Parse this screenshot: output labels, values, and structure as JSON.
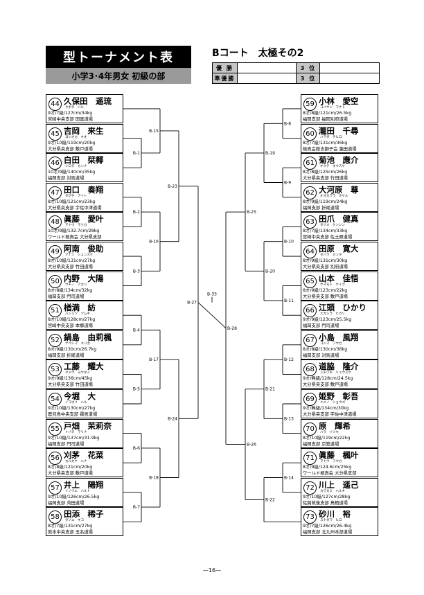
{
  "title": "型トーナメント表",
  "subtitle": "小学3･4年男女 初級の部",
  "court": "Bコート　太極その2",
  "results": {
    "winner_label": "優 勝",
    "runner_label": "準優勝",
    "third_label": "3 位",
    "third_label_2": "3 位"
  },
  "left_entries": [
    {
      "num": "44",
      "name": "久保田　遥琉",
      "kana": "クボタ　ハル",
      "info": "9才/7級/127cm/34kg",
      "club": "宮崎中央支部 国富道場"
    },
    {
      "num": "45",
      "name": "吉岡　来生",
      "kana": "ヨシオカ　キオ",
      "info": "9才/10級/119cm/20kg",
      "club": "大分県央支部 敷戸道場"
    },
    {
      "num": "46",
      "name": "白田　栞椰",
      "kana": "シロタ　カンナ",
      "info": "10才/9級/140cm/35kg",
      "club": "福岡支部 対馬道場"
    },
    {
      "num": "47",
      "name": "田口　奏翔",
      "kana": "タグチ　アイト",
      "info": "8才/10級/121cm/23kg",
      "club": "大分県央支部 宇佐中津道場"
    },
    {
      "num": "48",
      "name": "眞藤　愛叶",
      "kana": "マトウ　マナカ",
      "info": "10才/9級/132.7cm/28kg",
      "club": "ワールド極真会 大分県支部"
    },
    {
      "num": "49",
      "name": "阿南　俊助",
      "kana": "アナン　シュンスケ",
      "info": "8才/10級/131cm/27kg",
      "club": "大分県央支部 竹田道場"
    },
    {
      "num": "50",
      "name": "内野　大陽",
      "kana": "ウチノ　アカリ",
      "info": "8才/8級/134cm/32kg",
      "club": "福岡支部 門司道場"
    },
    {
      "num": "51",
      "name": "楢満　紡",
      "kana": "ハシミツ　ツムギ",
      "info": "8才/10級/128cm/27kg",
      "club": "宮崎中央支部 本郷道場"
    },
    {
      "num": "52",
      "name": "鍋島　由莉楓",
      "kana": "ナベシマ　ユリカ",
      "info": "8才/9級/130cm/26.7kg",
      "club": "福岡支部 折尾道場"
    },
    {
      "num": "53",
      "name": "工藤　耀大",
      "kana": "クドウ　ヨウダイ",
      "info": "9才/9級/136cm/45kg",
      "club": "大分県央支部 竹田道場"
    },
    {
      "num": "54",
      "name": "今堀　大",
      "kana": "イマホリ　ハル",
      "info": "9才/10級/130cm/27kg",
      "club": "鹿児島中央支部 霧島道場"
    },
    {
      "num": "55",
      "name": "戸畑　茉莉奈",
      "kana": "トバタ　マリナ",
      "info": "9才/10級/137cm/31.9kg",
      "club": "福岡支部 門司道場"
    },
    {
      "num": "56",
      "name": "刈茅　花菜",
      "kana": "カルカヤ　ハナ",
      "info": "8才/8級/121cm/20kg",
      "club": "大分県央支部 敷戸道場"
    },
    {
      "num": "57",
      "name": "井上　陽翔",
      "kana": "イノウエ　ハルト",
      "info": "9才/10級/126cm/26.5kg",
      "club": "福岡支部 苅田道場"
    },
    {
      "num": "58",
      "name": "田添　稀子",
      "kana": "タゾエ　キコ",
      "info": "8才/7級/131cm/27kg",
      "club": "熊本中央支部 玉名道場"
    }
  ],
  "right_entries": [
    {
      "num": "59",
      "name": "小林　愛空",
      "kana": "コバヤシ　マナト",
      "info": "8才/8級/121cm/26.5kg",
      "club": "福岡支部 福岡別府道場"
    },
    {
      "num": "60",
      "name": "瀧田　千尋",
      "kana": "ハマダ　チヒロ",
      "info": "8才/7級/131cm/36kg",
      "club": "極真会館吉獅子会 瀧田道場"
    },
    {
      "num": "61",
      "name": "菊池　應介",
      "kana": "キクチ　オウスケ",
      "info": "8才/8級/125cm/26kg",
      "club": "大分県央支部 竹田道場"
    },
    {
      "num": "62",
      "name": "大河原　尊",
      "kana": "オオカワラ　タケル",
      "info": "8才/9級/119cm/24kg",
      "club": "福岡支部 折尾道場"
    },
    {
      "num": "63",
      "name": "田爪　健真",
      "kana": "タヅメ　ケンシン",
      "info": "8才/7級/134cm/33kg",
      "club": "宮崎中央支部 佐土原道場"
    },
    {
      "num": "64",
      "name": "田原　寛大",
      "kana": "タハラ　カンタ",
      "info": "8才/9級/131cm/30kg",
      "club": "大分県央支部 別府道場"
    },
    {
      "num": "65",
      "name": "山本　佳悟",
      "kana": "ヤマモト　ケイゴ",
      "info": "8才/9級/123cm/22kg",
      "club": "大分県央支部 敷戸道場"
    },
    {
      "num": "66",
      "name": "江頭　ひかり",
      "kana": "エガシラ　ヒカリ",
      "info": "9才/9級/123cm/25.5kg",
      "club": "福岡支部 門司道場"
    },
    {
      "num": "67",
      "name": "小島　風翔",
      "kana": "コジマ　フウガ",
      "info": "8才/8級/130cm/36kg",
      "club": "福岡支部 対馬道場"
    },
    {
      "num": "68",
      "name": "道脇　隆介",
      "kana": "ミチワキ　リュウスケ",
      "info": "9才/無級/128cm/24.5kg",
      "club": "大分県央支部 敷戸道場"
    },
    {
      "num": "69",
      "name": "姫野　彰吾",
      "kana": "ヒメノ　ショウゴ",
      "info": "9才/無級/134cm/30kg",
      "club": "大分県央支部 宇佐中津道場"
    },
    {
      "num": "70",
      "name": "原　輝希",
      "kana": "ハラ　イツキ",
      "info": "8才/10級/119cm/22kg",
      "club": "福岡支部 京築道場"
    },
    {
      "num": "71",
      "name": "眞藤　楓叶",
      "kana": "マトウ　フウカ",
      "info": "8才/9級/124.6cm/25kg",
      "club": "ワールド極真会 大分県支部"
    },
    {
      "num": "72",
      "name": "川上　遥己",
      "kana": "カワカミ　ハルキ",
      "info": "9才/10級/127cm/28kg",
      "club": "佐賀筑後支部 鳥栖道場"
    },
    {
      "num": "73",
      "name": "砂川　裕",
      "kana": "スナガワ　ヒロ",
      "info": "9才/7級/126cm/26.4kg",
      "club": "福岡支部 北九州本部道場"
    }
  ],
  "bouts": {
    "b1": "B-1",
    "b2": "B-2",
    "b3": "B-3",
    "b4": "B-4",
    "b5": "B-5",
    "b6": "B-6",
    "b7": "B-7",
    "b8": "B-8",
    "b9": "B-9",
    "b10": "B-10",
    "b11": "B-11",
    "b12": "B-12",
    "b13": "B-13",
    "b14": "B-14",
    "b15": "B-15",
    "b16": "B-16",
    "b17": "B-17",
    "b18": "B-18",
    "b19": "B-19",
    "b20": "B-20",
    "b21": "B-21",
    "b22": "B-22",
    "b23": "B-23",
    "b24": "B-24",
    "b25": "B-25",
    "b26": "B-26",
    "b27": "B-27",
    "b28": "B-28",
    "b33": "B-33"
  },
  "page_number": "—16—"
}
